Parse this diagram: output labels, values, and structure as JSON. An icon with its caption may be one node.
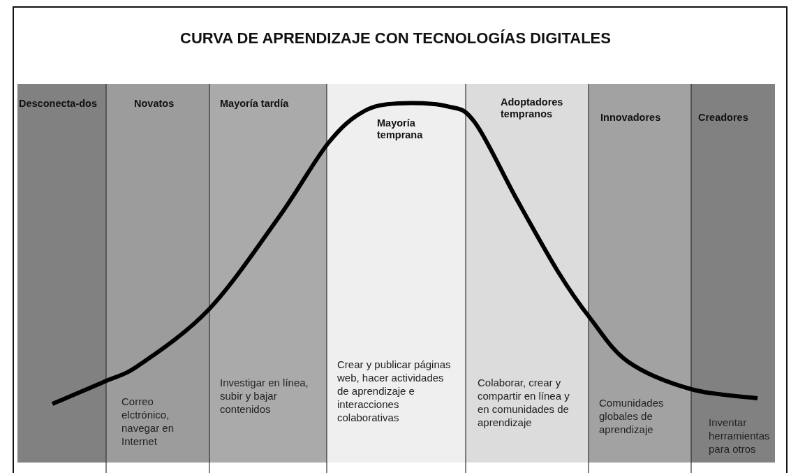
{
  "diagram": {
    "title": "CURVA DE APRENDIZAJE CON TECNOLOGÍAS DIGITALES",
    "nodes": [
      {
        "text": [
          "Desconecta-dos"
        ]
      },
      {
        "text": [
          "Novatos",
          "Correo elctrónico, navegar en Internet"
        ]
      },
      {
        "text": [
          "Mayoría tardía",
          "Investigar en línea, subir y bajar contenidos"
        ]
      },
      {
        "text": [
          "Mayoría temprana",
          "Crear y publicar páginas web, hacer actividades de aprendizaje e interacciones colaborativas"
        ]
      },
      {
        "text": [
          "Adoptadores tempranos",
          "Colaborar, crear y compartir en línea y en comunidades de aprendizaje"
        ]
      },
      {
        "text": [
          "Innovadores",
          "Comunidades globales de aprendizaje"
        ]
      },
      {
        "text": [
          "Creadores",
          "Inventar herramientas para otros"
        ]
      }
    ]
  }
}
